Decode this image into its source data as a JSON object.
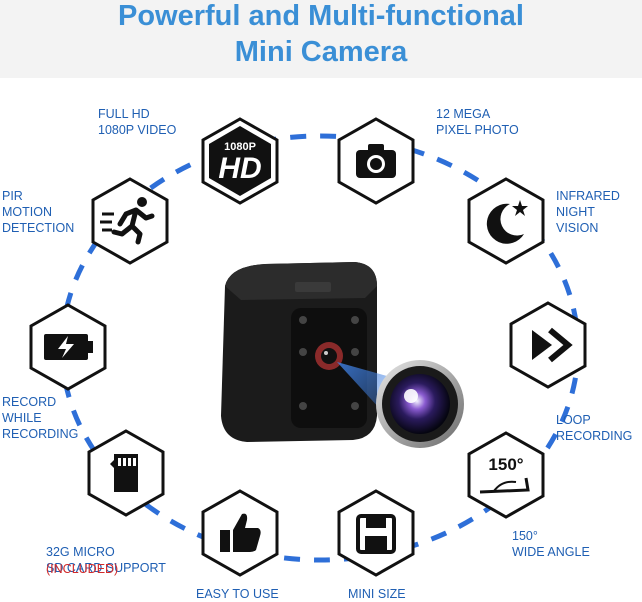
{
  "title": {
    "line1": "Powerful and Multi-functional",
    "line2": "Mini Camera"
  },
  "colors": {
    "title": "#3a8fd6",
    "labels": "#1f5fb3",
    "accent_red": "#d22a2a",
    "hex_fill": "#111111",
    "ring_dashes": "#2e6fd8"
  },
  "features": [
    {
      "icon": "hd-1080p-icon",
      "label": "FULL HD\n1080P VIDEO",
      "badge_top": "1080P",
      "badge_main": "HD"
    },
    {
      "icon": "camera-icon",
      "label": "12 MEGA\nPIXEL PHOTO"
    },
    {
      "icon": "moon-star-icon",
      "label": "INFRARED\nNIGHT\nVISION"
    },
    {
      "icon": "loop-play-icon",
      "label": "LOOP\nRECORDING"
    },
    {
      "icon": "angle-150-icon",
      "label": "150°\nWIDE ANGLE",
      "badge_main": "150°"
    },
    {
      "icon": "floppy-icon",
      "label": "MINI SIZE"
    },
    {
      "icon": "thumbs-up-icon",
      "label": "EASY TO USE"
    },
    {
      "icon": "sd-card-icon",
      "label": "32G MICRO\nSD CARD SUPPORT",
      "label_note": "(INCLUDED)"
    },
    {
      "icon": "battery-charging-icon",
      "label": "RECORD\nWHILE\nRECORDING"
    },
    {
      "icon": "running-man-icon",
      "label": "PIR\nMOTION\nDETECTION"
    }
  ]
}
